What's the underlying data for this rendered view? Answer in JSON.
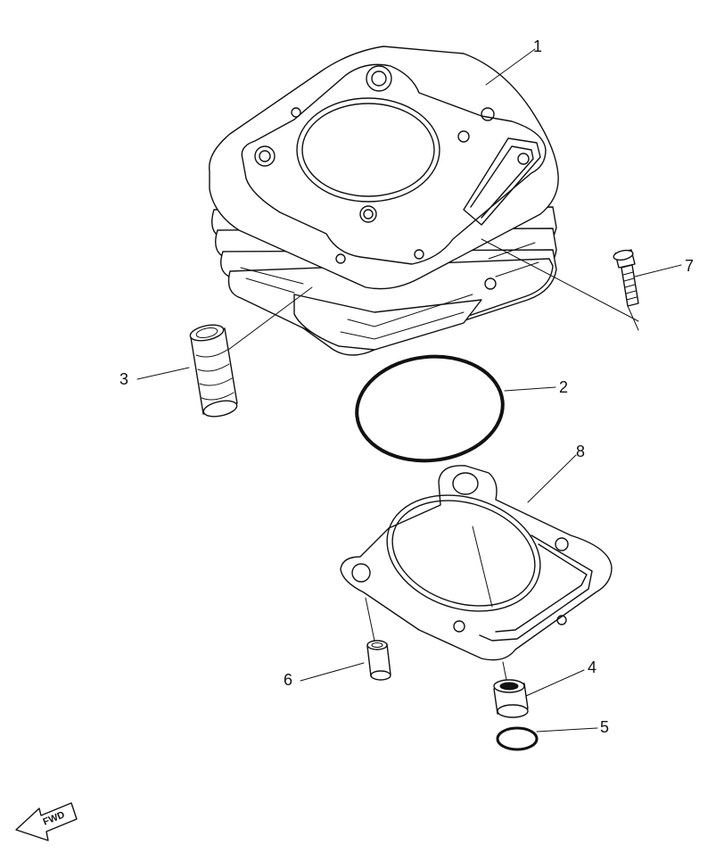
{
  "callouts": {
    "p1": "1",
    "p2": "2",
    "p3": "3",
    "p4": "4",
    "p5": "5",
    "p6": "6",
    "p7": "7",
    "p8": "8"
  },
  "fwd_label": "FWD"
}
